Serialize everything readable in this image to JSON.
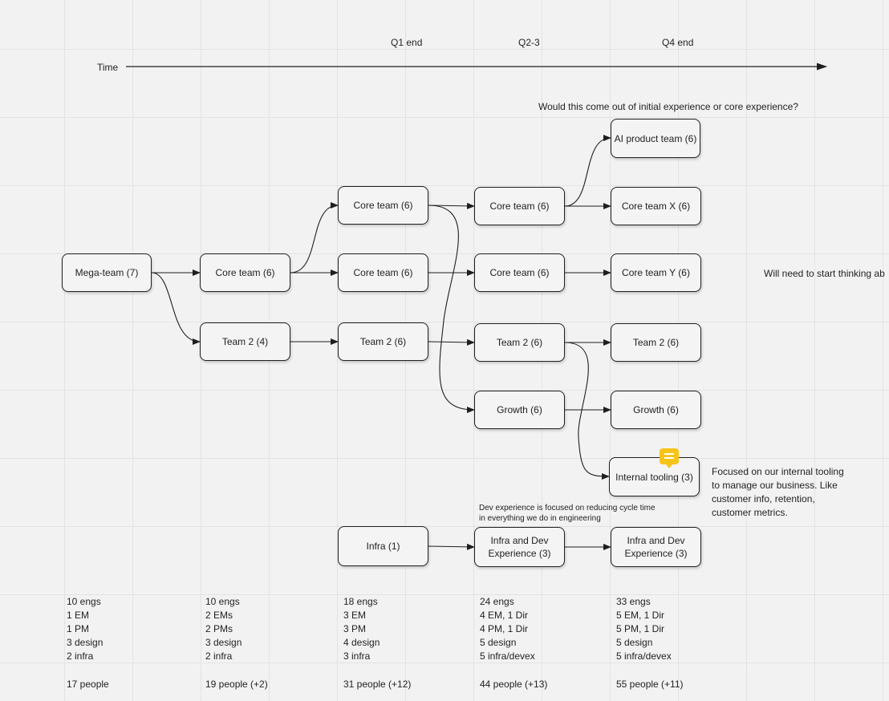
{
  "timeline": {
    "axis_label": "Time",
    "milestones": [
      "Q1 end",
      "Q2-3",
      "Q4 end"
    ]
  },
  "notes": {
    "question": "Would this come out of initial experience or core experience?",
    "thinking": "Will need to start thinking ab",
    "internal_tooling": "Focused on our internal tooling\nto manage our business. Like\ncustomer info, retention,\ncustomer metrics.",
    "dev_experience": "Dev experience is focused on reducing cycle time\nin everything we do in engineering"
  },
  "teams": {
    "col0": {
      "mega": "Mega-team (7)"
    },
    "col1": {
      "core": "Core team (6)",
      "team2": "Team 2 (4)"
    },
    "col2": {
      "core_a": "Core team (6)",
      "core_b": "Core team (6)",
      "team2": "Team 2 (6)",
      "infra": "Infra (1)"
    },
    "col3": {
      "core_a": "Core team (6)",
      "core_b": "Core team (6)",
      "team2": "Team 2 (6)",
      "growth": "Growth (6)",
      "infra_dev": "Infra and Dev Experience (3)"
    },
    "col4": {
      "ai": "AI product team (6)",
      "core_x": "Core team X (6)",
      "core_y": "Core team Y (6)",
      "team2": "Team 2 (6)",
      "growth": "Growth (6)",
      "internal": "Internal tooling (3)",
      "infra_dev": "Infra and Dev Experience (3)"
    }
  },
  "staffing": [
    {
      "lines": [
        "10 engs",
        "1 EM",
        "1 PM",
        "3 design",
        "2 infra"
      ],
      "total": "17 people"
    },
    {
      "lines": [
        "10 engs",
        "2 EMs",
        "2 PMs",
        "3 design",
        "2 infra"
      ],
      "total": "19 people (+2)"
    },
    {
      "lines": [
        "18 engs",
        "3 EM",
        "3 PM",
        "4 design",
        "3 infra"
      ],
      "total": "31 people (+12)"
    },
    {
      "lines": [
        "24 engs",
        "4 EM, 1 Dir",
        "4 PM, 1 Dir",
        "5 design",
        "5 infra/devex"
      ],
      "total": "44 people (+13)"
    },
    {
      "lines": [
        "33 engs",
        "5 EM, 1 Dir",
        "5 PM, 1 Dir",
        "5 design",
        "5 infra/devex"
      ],
      "total": "55 people (+11)"
    }
  ],
  "colors": {
    "stroke": "#1f1f1f",
    "comment": "#f7c419",
    "grid": "#e3e3e3",
    "background": "#f2f2f2"
  }
}
